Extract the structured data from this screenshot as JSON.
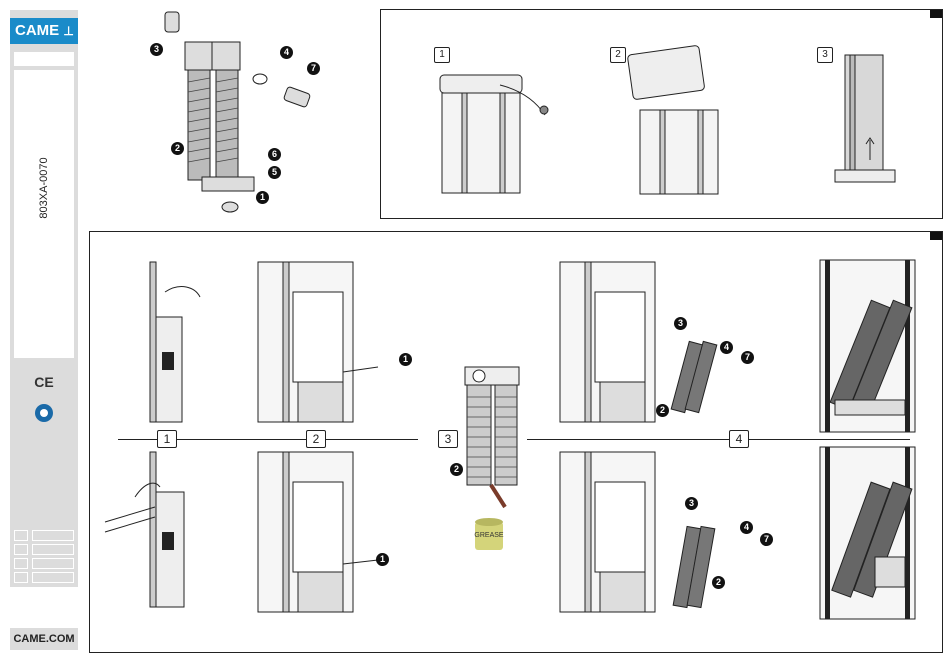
{
  "sidebar": {
    "logo_text": "CAME",
    "doc_code": "803XA-0070",
    "ce_mark": "CE",
    "footer_site": "CAME.COM"
  },
  "top_panel": {
    "steps": [
      "1",
      "2",
      "3"
    ]
  },
  "parts_callouts": [
    "3",
    "4",
    "7",
    "2",
    "6",
    "5",
    "1"
  ],
  "bottom_panel": {
    "steps": [
      "1",
      "2",
      "3",
      "4"
    ],
    "callouts_top": [
      "1",
      "3",
      "4",
      "7",
      "2"
    ],
    "callouts_bottom": [
      "1",
      "3",
      "4",
      "7",
      "2"
    ],
    "callout_step3": "2",
    "grease_label": "GREASE"
  },
  "colors": {
    "brand": "#1a8bc9",
    "sidebar": "#dcdcdc",
    "line": "#222222"
  }
}
